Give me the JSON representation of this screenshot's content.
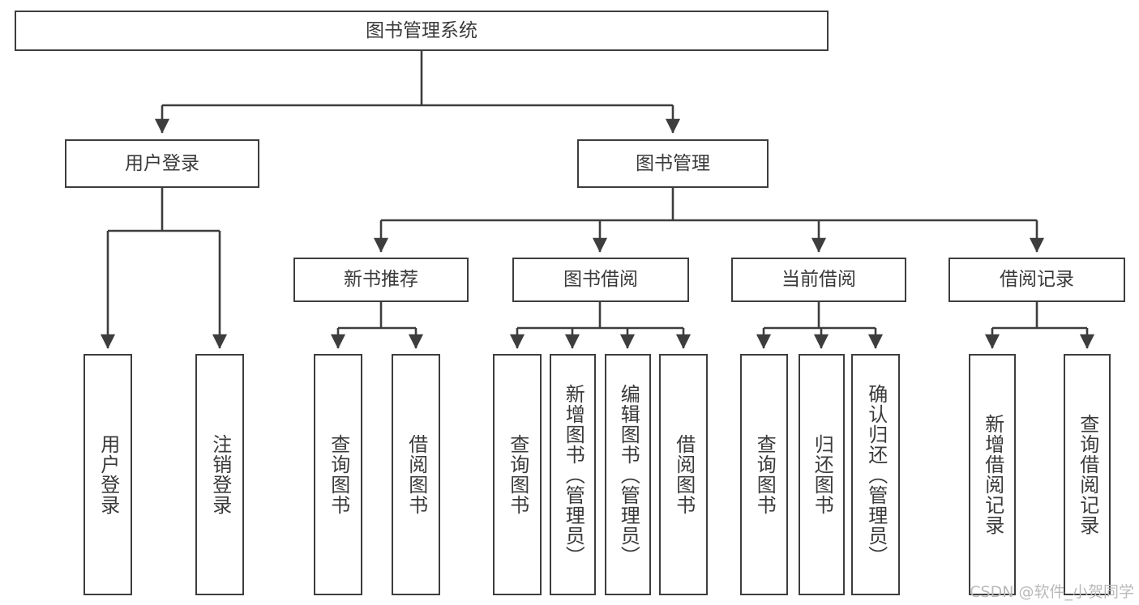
{
  "diagram": {
    "type": "tree-hierarchy-chart",
    "title": "图书管理系统",
    "colors": {
      "stroke": "#3d3d3d",
      "fill": "#ffffff",
      "text": "#3a3a3a",
      "watermark": "#b9b9b9"
    },
    "root": {
      "label": "图书管理系统"
    },
    "level1": [
      {
        "label": "用户登录"
      },
      {
        "label": "图书管理"
      }
    ],
    "level2": [
      {
        "label": "新书推荐"
      },
      {
        "label": "图书借阅"
      },
      {
        "label": "当前借阅"
      },
      {
        "label": "借阅记录"
      }
    ],
    "leaves": [
      {
        "label": "用户登录"
      },
      {
        "label": "注销登录"
      },
      {
        "label": "查询图书"
      },
      {
        "label": "借阅图书"
      },
      {
        "label": "查询图书"
      },
      {
        "label": "新增图书（管理员）"
      },
      {
        "label": "编辑图书（管理员）"
      },
      {
        "label": "借阅图书"
      },
      {
        "label": "查询图书"
      },
      {
        "label": "归还图书"
      },
      {
        "label": "确认归还（管理员）"
      },
      {
        "label": "新增借阅记录"
      },
      {
        "label": "查询借阅记录"
      }
    ],
    "watermark": "CSDN @软件_小贺同学"
  }
}
